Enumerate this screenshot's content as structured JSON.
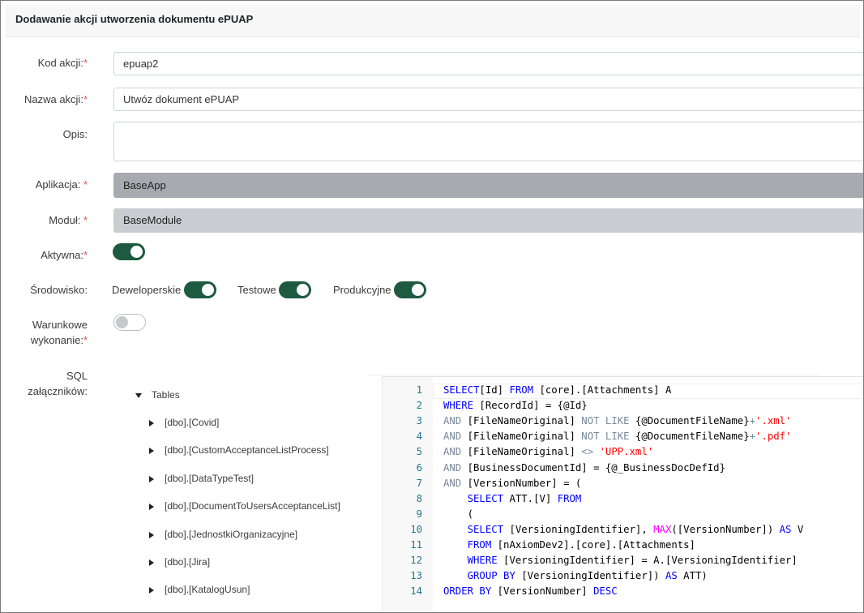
{
  "header": {
    "title": "Dodawanie akcji utworzenia dokumentu ePUAP"
  },
  "form": {
    "kod": {
      "label": "Kod akcji:",
      "value": "epuap2"
    },
    "nazwa": {
      "label": "Nazwa akcji:",
      "value": "Utwóz dokument ePUAP"
    },
    "opis": {
      "label": "Opis:",
      "value": ""
    },
    "aplikacja": {
      "label": "Aplikacja: ",
      "value": "BaseApp"
    },
    "modul": {
      "label": "Moduł: ",
      "value": "BaseModule"
    },
    "aktywna": {
      "label": "Aktywna:",
      "on": true
    },
    "srodowisko": {
      "label": "Środowisko:",
      "options": [
        {
          "label": "Deweloperskie",
          "on": true
        },
        {
          "label": "Testowe",
          "on": true
        },
        {
          "label": "Produkcyjne",
          "on": true
        }
      ]
    },
    "warunkowe": {
      "label_line1": "Warunkowe",
      "label_line2": "wykonanie:",
      "on": false
    },
    "sql": {
      "label_line1": "SQL",
      "label_line2": "załączników:"
    },
    "required_mark": "*"
  },
  "tree": {
    "root": "Tables",
    "items": [
      "[dbo].[Covid]",
      "[dbo].[CustomAcceptanceListProcess]",
      "[dbo].[DataTypeTest]",
      "[dbo].[DocumentToUsersAcceptanceList]",
      "[dbo].[JednostkiOrganizacyjne]",
      "[dbo].[Jira]",
      "[dbo].[KatalogUsun]"
    ]
  },
  "editor": {
    "lines": [
      {
        "n": "1",
        "tokens": [
          [
            "kw",
            "SELECT"
          ],
          [
            "",
            "[Id] "
          ],
          [
            "kw",
            "FROM"
          ],
          [
            "",
            " [core].[Attachments] A"
          ]
        ]
      },
      {
        "n": "2",
        "tokens": [
          [
            "kw",
            "WHERE"
          ],
          [
            "",
            " [RecordId] = {@Id}"
          ]
        ]
      },
      {
        "n": "3",
        "tokens": [
          [
            "gray",
            "AND"
          ],
          [
            "",
            " [FileNameOriginal] "
          ],
          [
            "gray",
            "NOT LIKE"
          ],
          [
            "",
            " {@DocumentFileName}"
          ],
          [
            "gray",
            "+"
          ],
          [
            "str",
            "'.xml'"
          ]
        ]
      },
      {
        "n": "4",
        "tokens": [
          [
            "gray",
            "AND"
          ],
          [
            "",
            " [FileNameOriginal] "
          ],
          [
            "gray",
            "NOT LIKE"
          ],
          [
            "",
            " {@DocumentFileName}"
          ],
          [
            "gray",
            "+"
          ],
          [
            "str",
            "'.pdf'"
          ]
        ]
      },
      {
        "n": "5",
        "tokens": [
          [
            "gray",
            "AND"
          ],
          [
            "",
            " [FileNameOriginal] "
          ],
          [
            "gray",
            "<>"
          ],
          [
            "",
            " "
          ],
          [
            "str",
            "'UPP.xml'"
          ]
        ]
      },
      {
        "n": "6",
        "tokens": [
          [
            "gray",
            "AND"
          ],
          [
            "",
            " [BusinessDocumentId] = {@_BusinessDocDefId}"
          ]
        ]
      },
      {
        "n": "7",
        "tokens": [
          [
            "gray",
            "AND"
          ],
          [
            "",
            " [VersionNumber] = ("
          ]
        ]
      },
      {
        "n": "8",
        "tokens": [
          [
            "",
            "    "
          ],
          [
            "kw",
            "SELECT"
          ],
          [
            "",
            " ATT.[V] "
          ],
          [
            "kw",
            "FROM"
          ]
        ]
      },
      {
        "n": "9",
        "tokens": [
          [
            "",
            "    ("
          ]
        ]
      },
      {
        "n": "10",
        "tokens": [
          [
            "",
            "    "
          ],
          [
            "kw",
            "SELECT"
          ],
          [
            "",
            " [VersioningIdentifier], "
          ],
          [
            "fn",
            "MAX"
          ],
          [
            "",
            "([VersionNumber]) "
          ],
          [
            "kw",
            "AS"
          ],
          [
            "",
            " V"
          ]
        ]
      },
      {
        "n": "11",
        "tokens": [
          [
            "",
            "    "
          ],
          [
            "kw",
            "FROM"
          ],
          [
            "",
            " [nAxiomDev2].[core].[Attachments]"
          ]
        ]
      },
      {
        "n": "12",
        "tokens": [
          [
            "",
            "    "
          ],
          [
            "kw",
            "WHERE"
          ],
          [
            "",
            " [VersioningIdentifier] = A.[VersioningIdentifier]"
          ]
        ]
      },
      {
        "n": "13",
        "tokens": [
          [
            "",
            "    "
          ],
          [
            "kw",
            "GROUP BY"
          ],
          [
            "",
            " [VersioningIdentifier]) "
          ],
          [
            "kw",
            "AS"
          ],
          [
            "",
            " ATT)"
          ]
        ]
      },
      {
        "n": "14",
        "tokens": [
          [
            "kw",
            "ORDER BY"
          ],
          [
            "",
            " [VersionNumber] "
          ],
          [
            "kw",
            "DESC"
          ]
        ]
      }
    ]
  },
  "colors": {
    "switch_on": "#1e5a40",
    "required": "#d9534f",
    "keyword": "#0000ff",
    "operator": "#778899",
    "string": "#ff0000",
    "function": "#ff00ff",
    "line_number": "#237893"
  }
}
